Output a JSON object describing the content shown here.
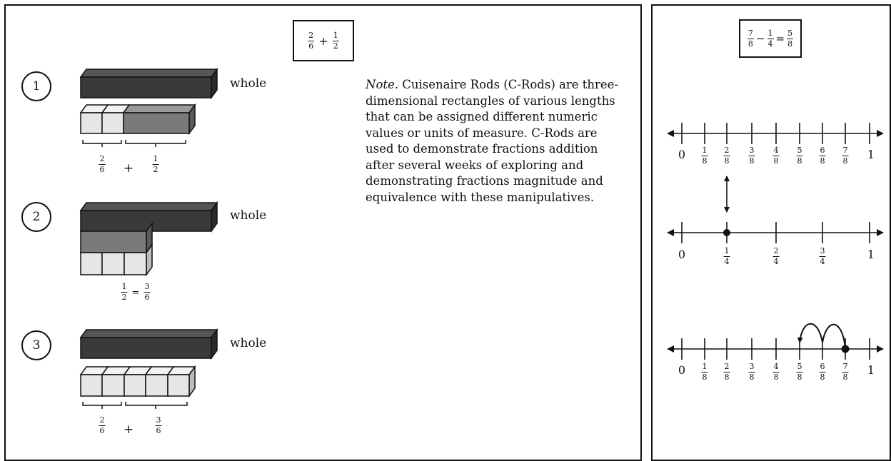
{
  "left": {
    "equation": {
      "a_num": "2",
      "a_den": "6",
      "op": "+",
      "b_num": "1",
      "b_den": "2"
    },
    "steps": [
      {
        "number": "1",
        "whole_label": "whole",
        "labels": [
          {
            "num": "2",
            "den": "6"
          },
          {
            "num": "1",
            "den": "2"
          }
        ],
        "op": "+"
      },
      {
        "number": "2",
        "whole_label": "whole",
        "labels": [
          {
            "num": "1",
            "den": "2"
          },
          {
            "num": "3",
            "den": "6"
          }
        ],
        "op": "="
      },
      {
        "number": "3",
        "whole_label": "whole",
        "labels": [
          {
            "num": "2",
            "den": "6"
          },
          {
            "num": "3",
            "den": "6"
          }
        ],
        "op": "+"
      }
    ],
    "note_label": "Note.",
    "note_text": " Cuisenaire Rods (C-Rods) are three-dimensional rectangles of various lengths that can be assigned different numeric values or units of measure. C-Rods are used to demonstrate fractions addition after several weeks of exploring and demonstrating fractions magnitude and equivalence with these manipulatives."
  },
  "right": {
    "equation": {
      "a_num": "7",
      "a_den": "8",
      "op1": "−",
      "b_num": "1",
      "b_den": "4",
      "eq": "=",
      "c_num": "5",
      "c_den": "8"
    },
    "number_lines": [
      {
        "end_labels": [
          "0",
          "1"
        ],
        "ticks": [
          {
            "num": "1",
            "den": "8"
          },
          {
            "num": "2",
            "den": "8"
          },
          {
            "num": "3",
            "den": "8"
          },
          {
            "num": "4",
            "den": "8"
          },
          {
            "num": "5",
            "den": "8"
          },
          {
            "num": "6",
            "den": "8"
          },
          {
            "num": "7",
            "den": "8"
          }
        ]
      },
      {
        "end_labels": [
          "0",
          "1"
        ],
        "ticks": [
          {
            "num": "1",
            "den": "4"
          },
          {
            "num": "2",
            "den": "4"
          },
          {
            "num": "3",
            "den": "4"
          }
        ]
      },
      {
        "end_labels": [
          "0",
          "1"
        ],
        "ticks": [
          {
            "num": "1",
            "den": "8"
          },
          {
            "num": "2",
            "den": "8"
          },
          {
            "num": "3",
            "den": "8"
          },
          {
            "num": "4",
            "den": "8"
          },
          {
            "num": "5",
            "den": "8"
          },
          {
            "num": "6",
            "den": "8"
          },
          {
            "num": "7",
            "den": "8"
          }
        ]
      }
    ]
  },
  "colors": {
    "dark_rod": "#3a3a3a",
    "mid_rod": "#7a7a7a",
    "light_rod": "#e6e6e6",
    "stroke": "#111111"
  }
}
